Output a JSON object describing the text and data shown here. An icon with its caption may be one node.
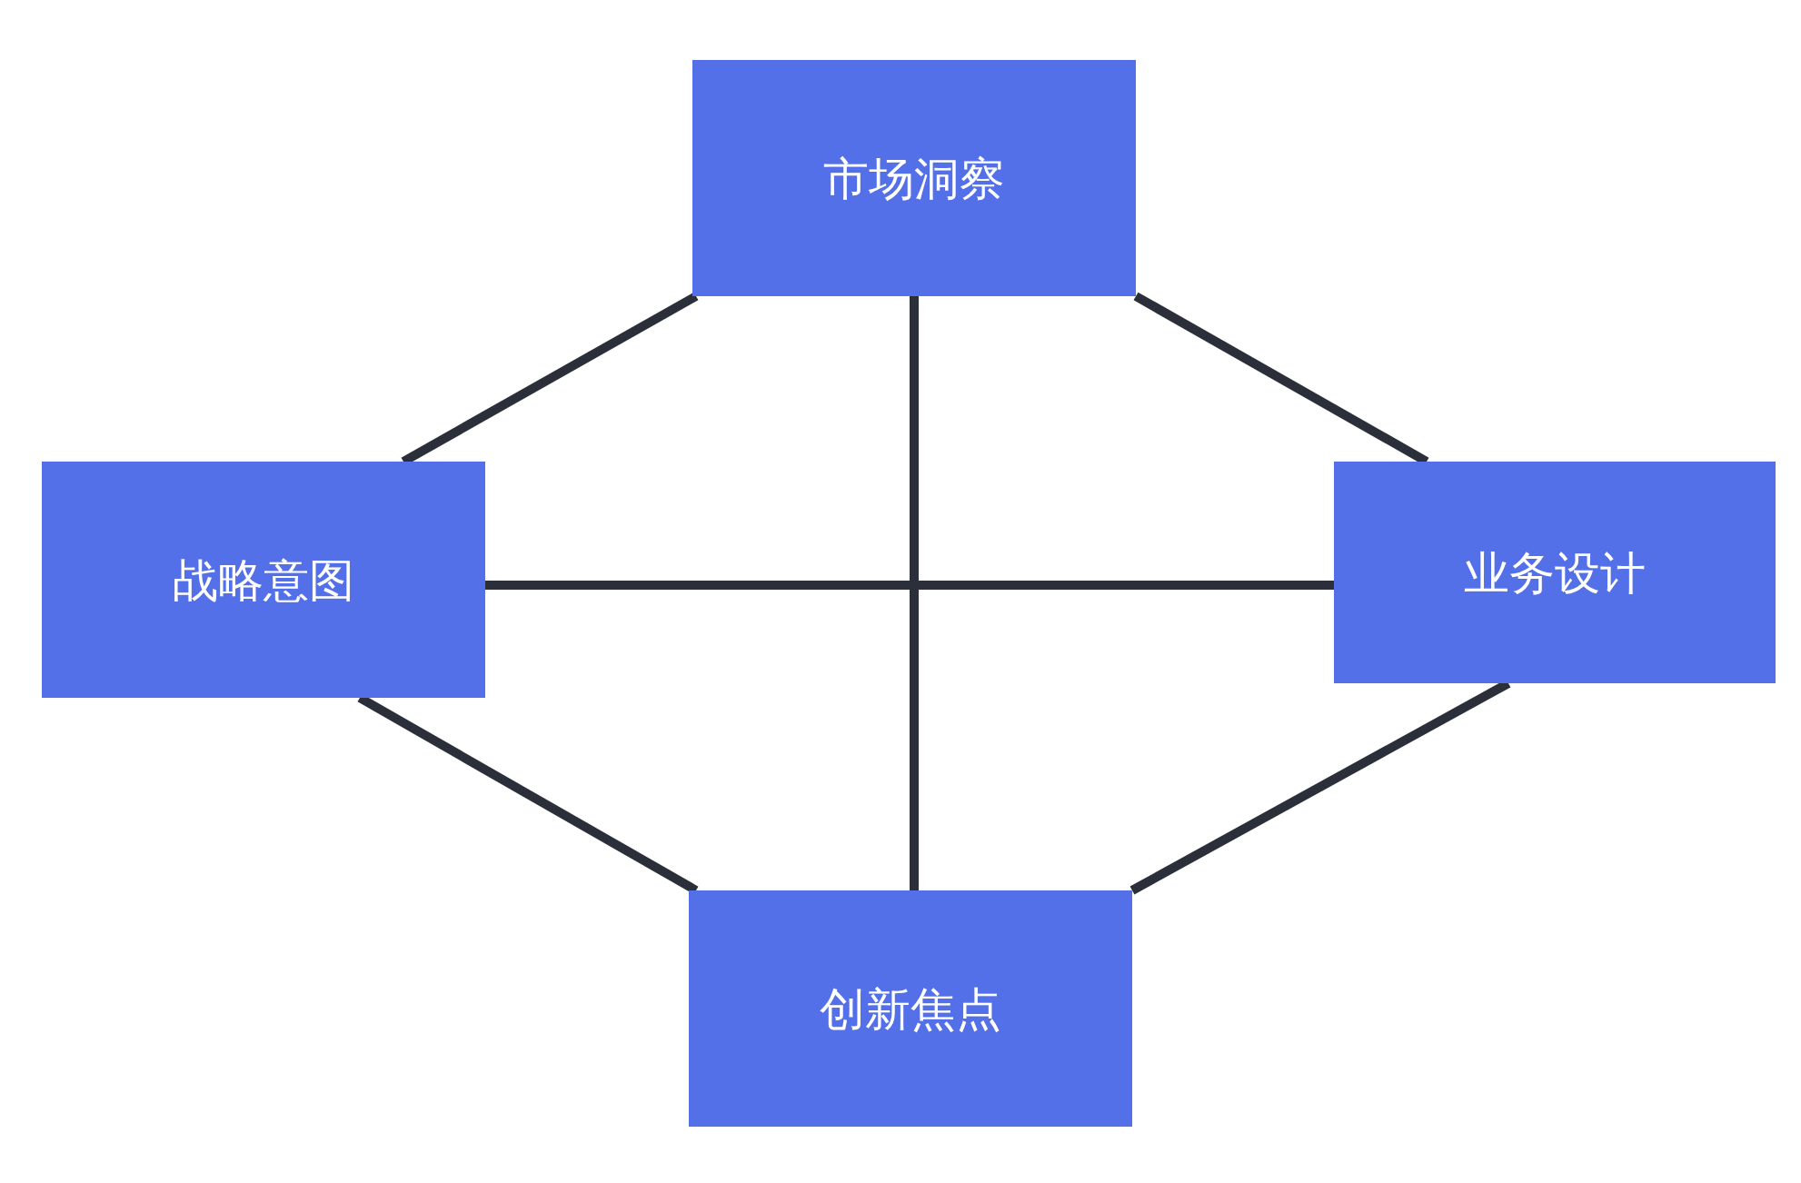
{
  "diagram": {
    "nodes": [
      {
        "text": [
          "市场洞察"
        ]
      },
      {
        "text": [
          "战略意图"
        ]
      },
      {
        "text": [
          "业务设计"
        ]
      },
      {
        "text": [
          "创新焦点"
        ]
      }
    ],
    "edges": [
      {
        "from": 0,
        "to": 1,
        "arrow": "none"
      },
      {
        "from": 0,
        "to": 2,
        "arrow": "none"
      },
      {
        "from": 0,
        "to": 3,
        "arrow": "none"
      },
      {
        "from": 1,
        "to": 2,
        "arrow": "none"
      },
      {
        "from": 1,
        "to": 3,
        "arrow": "none"
      },
      {
        "from": 2,
        "to": 3,
        "arrow": "none"
      }
    ]
  }
}
